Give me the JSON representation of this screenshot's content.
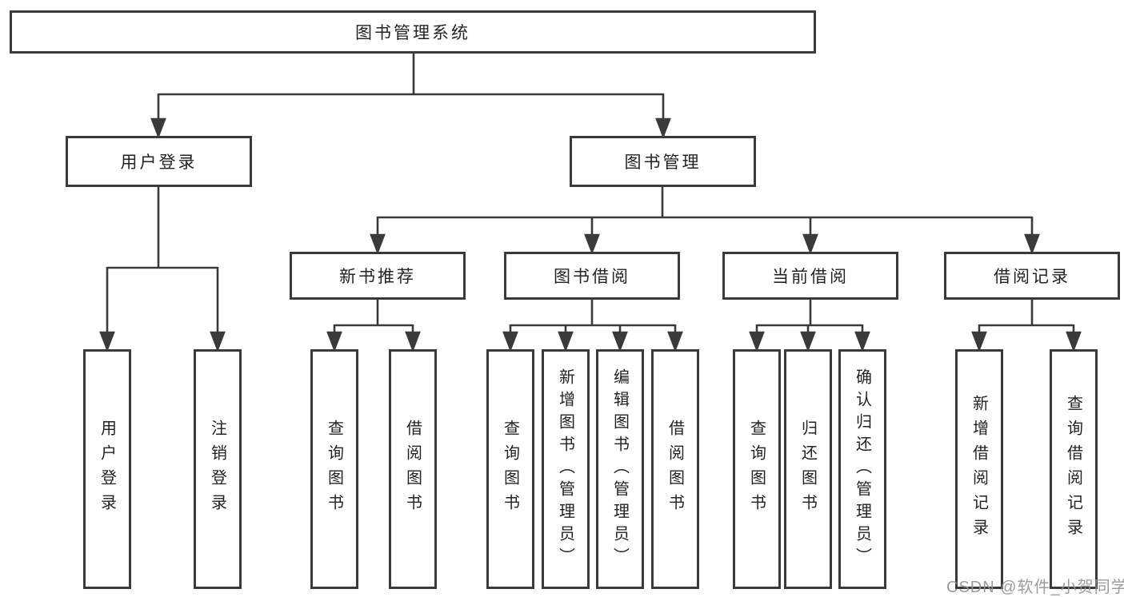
{
  "root": {
    "label": "图书管理系统"
  },
  "level2": {
    "user_login": {
      "label": "用户登录"
    },
    "book_mgmt": {
      "label": "图书管理"
    }
  },
  "level3": {
    "new_books": {
      "label": "新书推荐"
    },
    "borrowing": {
      "label": "图书借阅"
    },
    "current": {
      "label": "当前借阅"
    },
    "records": {
      "label": "借阅记录"
    }
  },
  "leaves": {
    "login": {
      "label": "用户登录"
    },
    "logout": {
      "label": "注销登录"
    },
    "nb_query": {
      "label": "查询图书"
    },
    "nb_borrow": {
      "label": "借阅图书"
    },
    "bb_query": {
      "label": "查询图书"
    },
    "bb_add": {
      "label": "新增图书（管理员）"
    },
    "bb_edit": {
      "label": "编辑图书（管理员）"
    },
    "bb_borrow": {
      "label": "借阅图书"
    },
    "cb_query": {
      "label": "查询图书"
    },
    "cb_return": {
      "label": "归还图书"
    },
    "cb_confirm": {
      "label": "确认归还（管理员）"
    },
    "br_add": {
      "label": "新增借阅记录"
    },
    "br_query": {
      "label": "查询借阅记录"
    }
  },
  "watermark": {
    "text": "CSDN @软件_小贺同学"
  },
  "colors": {
    "line": "#3a3a3a",
    "watermark": "#949494",
    "background": "#ffffff"
  }
}
